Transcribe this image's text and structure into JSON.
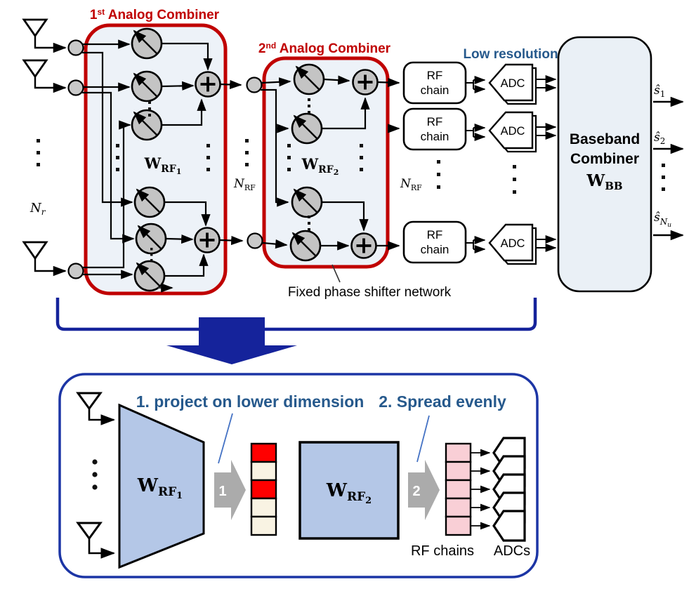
{
  "colors": {
    "combiner_outline_red": "#C00000",
    "panel_fill": "#EDF2F8",
    "baseband_fill": "#EAF0F6",
    "navy_arrow": "#15239B",
    "bottom_box_outline": "#1C35A5",
    "blue_text": "#26598C",
    "light_blue_shape": "#B4C7E7",
    "pink_cell": "#F9CFD6",
    "cream_cell": "#F9F3E3",
    "red_cell": "#FF0000",
    "gray_component": "#C4C4C4",
    "gray_block_arrow": "#ABABAB"
  },
  "top": {
    "combiner1": {
      "num": "1",
      "sup": "st",
      "rest": " Analog Combiner"
    },
    "combiner2": {
      "num": "2",
      "sup": "nd",
      "rest": " Analog Combiner"
    },
    "low_resolution": "Low resolution",
    "fixed_network": "Fixed phase shifter network",
    "rf_chain": {
      "line1": "RF",
      "line2": "chain"
    },
    "adc": "ADC",
    "baseband": {
      "line1": "Baseband",
      "line2": "Combiner",
      "w": "W",
      "sub": "BB"
    },
    "w_rf1": {
      "w": "W",
      "sub": "RF",
      "idx": "1"
    },
    "w_rf2": {
      "w": "W",
      "sub": "RF",
      "idx": "2"
    },
    "n_r": {
      "base": "N",
      "sub": "r"
    },
    "n_rf": {
      "base": "N",
      "sub": "RF"
    },
    "outputs": {
      "s1": {
        "base": "ŝ",
        "sub": "1"
      },
      "s2": {
        "base": "ŝ",
        "sub": "2"
      },
      "snu": {
        "base": "ŝ",
        "subN": "N",
        "subu": "u"
      }
    }
  },
  "bottom": {
    "step1": "1. project  on lower dimension",
    "step2": "2. Spread evenly",
    "badge1": "1",
    "badge2": "2",
    "w_rf1": {
      "w": "W",
      "sub": "RF",
      "idx": "1"
    },
    "w_rf2": {
      "w": "W",
      "sub": "RF",
      "idx": "2"
    },
    "rf_chains": "RF chains",
    "adcs": "ADCs"
  }
}
